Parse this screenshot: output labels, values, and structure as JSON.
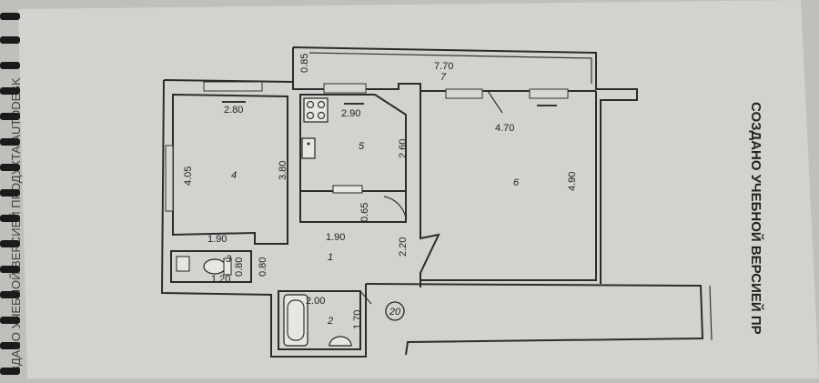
{
  "plan": {
    "dimensions": {
      "top_width": "7.70",
      "top_balcony": "0.85",
      "room4_width": "2.80",
      "room4_depth": "4.05",
      "room4_wall": "3.80",
      "room4_bottom": "1.90",
      "kitchen_width": "2.90",
      "kitchen_depth": "2.60",
      "closet_depth": "0.65",
      "hall_width": "1.90",
      "hall_depth": "2.20",
      "room6_width": "4.70",
      "room6_depth": "4.90",
      "wc_width": "1.20",
      "wc_depth": "0.80",
      "wc_door": "0.80",
      "bath_width": "2.00",
      "bath_depth": "1.70"
    },
    "rooms": {
      "r1": "1",
      "r2": "2",
      "r3": "3",
      "r4": "4",
      "r5": "5",
      "r6": "6",
      "r7": "7"
    },
    "badge": "20"
  },
  "side_text": {
    "right": "СОЗДАНО УЧЕБНОЙ ВЕРСИЕЙ ПР",
    "left": "ЗДАНО УЧЕБНОЙ ВЕРСИЕЙ ПРОДУКТА AUTODESK"
  }
}
